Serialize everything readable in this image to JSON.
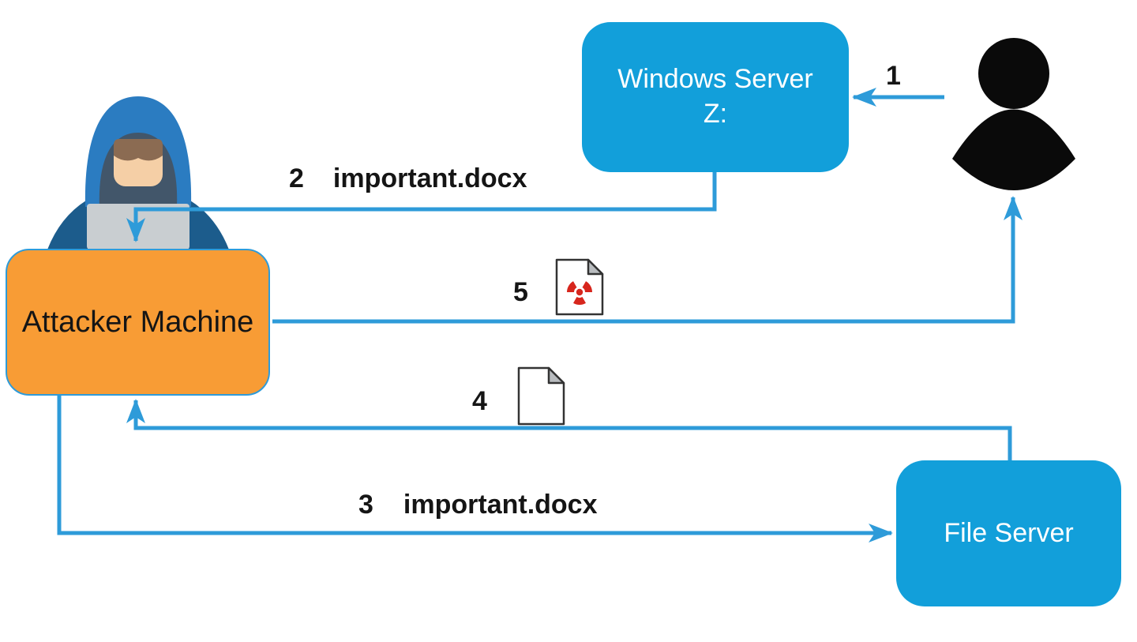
{
  "diagram": {
    "description": "Attack flow diagram: attacker machine intercepting important.docx between a Windows Server share, a user and a file server"
  },
  "nodes": {
    "windows_server": {
      "title": "Windows Server",
      "subtitle": "Z:"
    },
    "attacker_machine": {
      "title": "Attacker Machine"
    },
    "file_server": {
      "title": "File Server"
    }
  },
  "steps": {
    "s1": {
      "number": "1"
    },
    "s2": {
      "number": "2",
      "file": "important.docx"
    },
    "s3": {
      "number": "3",
      "file": "important.docx"
    },
    "s4": {
      "number": "4"
    },
    "s5": {
      "number": "5"
    }
  },
  "icons": {
    "user_icon": "black person silhouette",
    "hacker_icon": "hooded attacker behind laptop",
    "infected_document_icon": "paper sheet with red radiation trefoil",
    "blank_document_icon": "blank paper sheet with folded corner"
  },
  "colors": {
    "node_blue": "#129FDA",
    "connector_blue": "#2E9BD9",
    "attacker_orange": "#F89C35",
    "hazard_red": "#D7261D",
    "label_dark": "#151515",
    "hood_blue": "#2B7CC1",
    "body_navy": "#1C5C8C"
  }
}
